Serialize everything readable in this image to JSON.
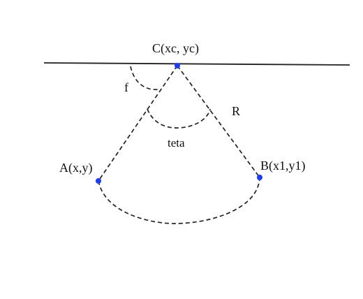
{
  "diagram": {
    "labels": {
      "center": "C(xc, yc)",
      "point_a": "A(x,y)",
      "point_b": "B(x1,y1)",
      "radius": "R",
      "angle_f": "f",
      "angle_teta": "teta"
    },
    "colors": {
      "line": "#222222",
      "point": "#1a3cff",
      "text": "#111111",
      "background": "#ffffff"
    }
  }
}
